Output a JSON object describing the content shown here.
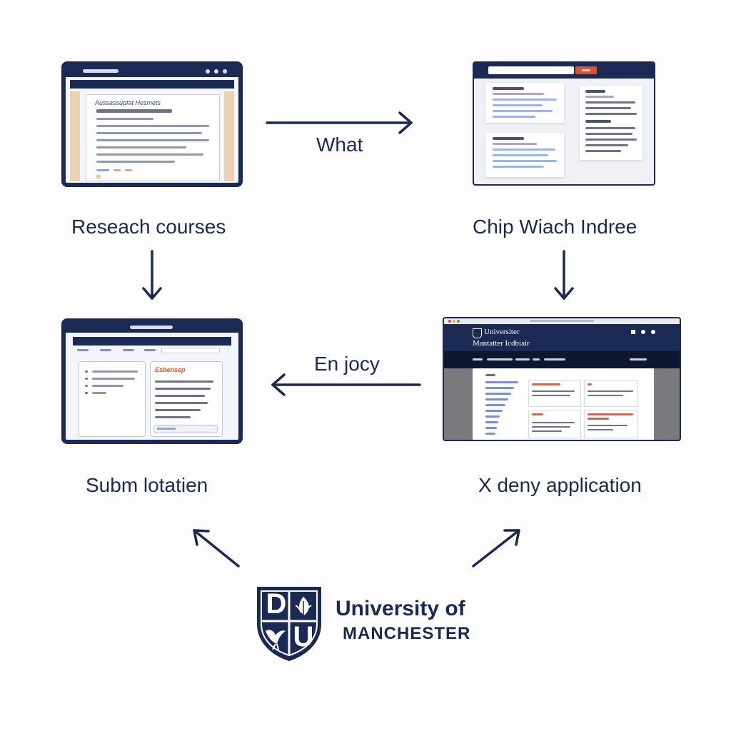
{
  "colors": {
    "navy": "#1b2a55",
    "accent_orange": "#e0522b",
    "sidebar_tan": "#e9d3b0",
    "page_bg": "#fdfdfd"
  },
  "nodes": {
    "research": {
      "label": "Reseach courses",
      "screen_heading": "Aussassupfat Hesmets"
    },
    "choose": {
      "label": "Chip Wiach Indree"
    },
    "submit_app": {
      "label": "X deny application",
      "site_title": "Universiter",
      "site_subtitle": "Mantatter Icdbiair"
    },
    "submit_docs": {
      "label": "Subm lotatien",
      "card_heading": "Esbensep"
    }
  },
  "edges": {
    "top": "What",
    "middle": "En jocy"
  },
  "logo": {
    "shield_letters": [
      "D",
      "U"
    ],
    "line1": "University of",
    "line2": "MANCHESTER",
    "icon": "university-shield-icon"
  }
}
